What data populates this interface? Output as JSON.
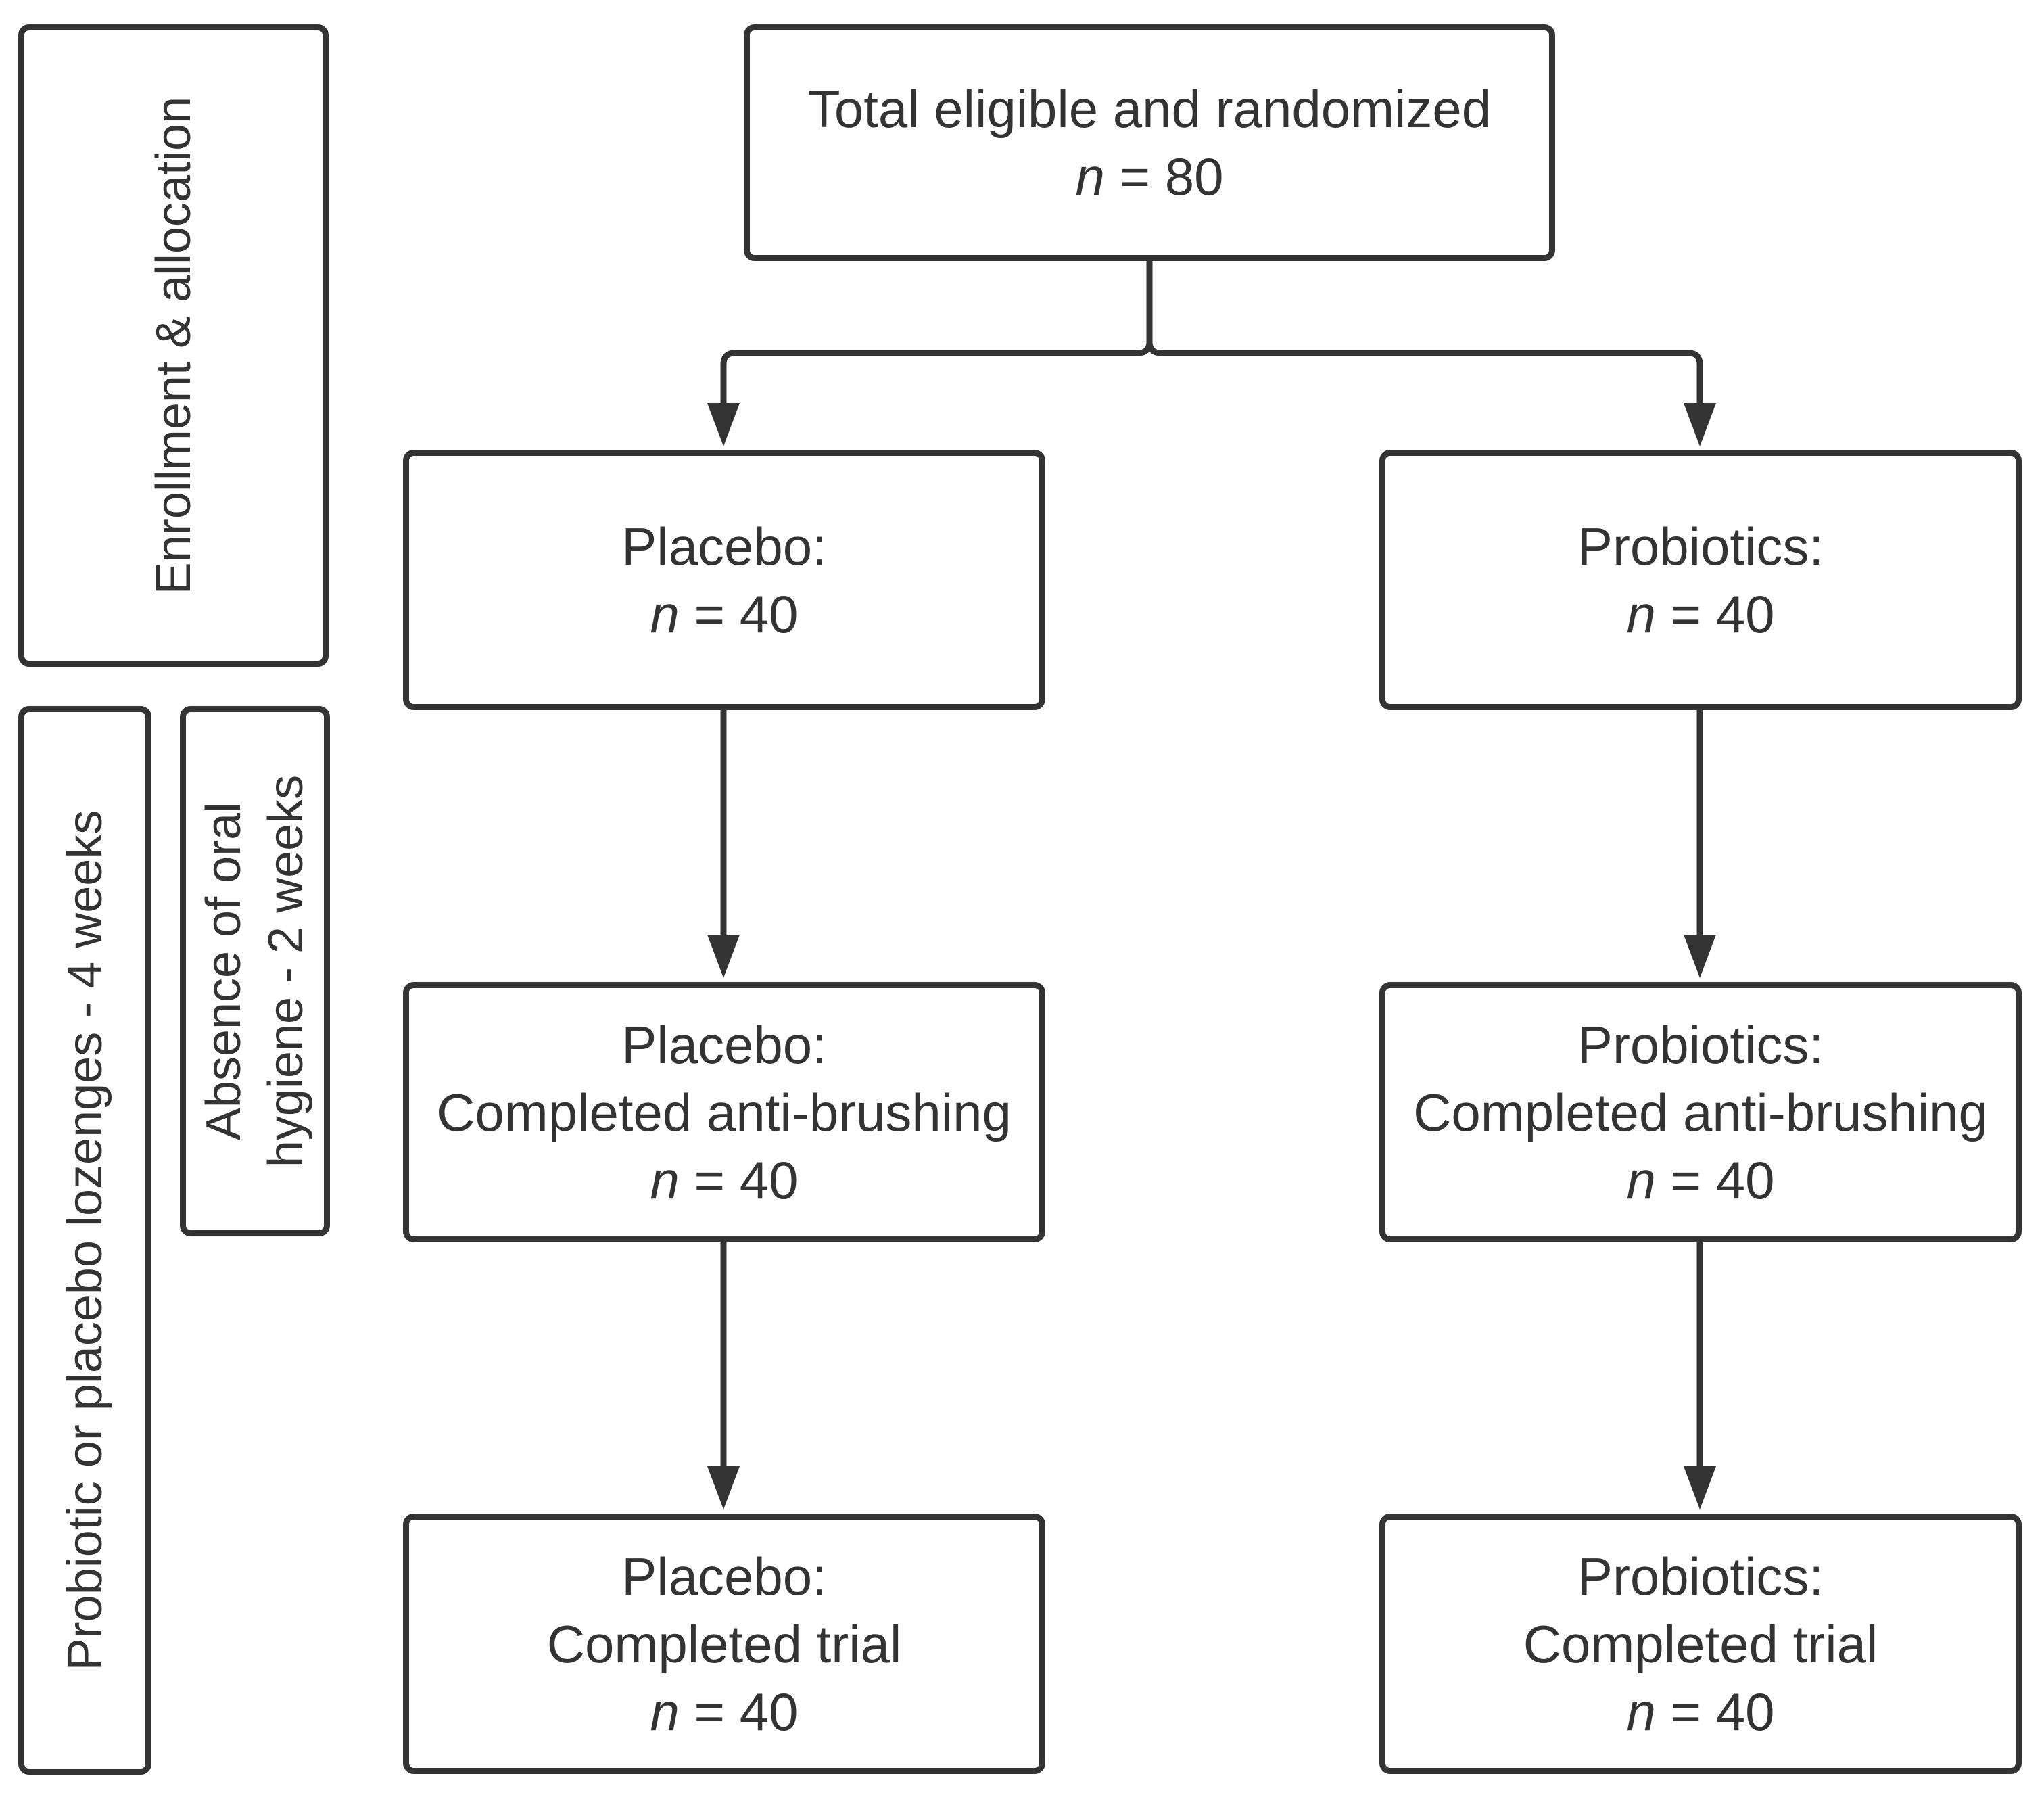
{
  "phases": {
    "enrollment": "Enrollment & allocation",
    "lozenges": "Probiotic or placebo lozenges - 4 weeks",
    "oral_hygiene_line1": "Absence of oral",
    "oral_hygiene_line2": "hygiene - 2 weeks"
  },
  "top": {
    "title": "Total eligible and randomized",
    "n_var": "n",
    "n_value": " = 80"
  },
  "placebo": {
    "allocated": {
      "label": "Placebo:",
      "n_var": "n",
      "n_value": " = 40"
    },
    "anti_brushing": {
      "label": "Placebo:",
      "status": "Completed anti-brushing",
      "n_var": "n",
      "n_value": " = 40"
    },
    "completed": {
      "label": "Placebo:",
      "status": "Completed trial",
      "n_var": "n",
      "n_value": " = 40"
    }
  },
  "probiotics": {
    "allocated": {
      "label": "Probiotics:",
      "n_var": "n",
      "n_value": " = 40"
    },
    "anti_brushing": {
      "label": "Probiotics:",
      "status": "Completed anti-brushing",
      "n_var": "n",
      "n_value": " = 40"
    },
    "completed": {
      "label": "Probiotics:",
      "status": "Completed trial",
      "n_var": "n",
      "n_value": " = 40"
    }
  },
  "colors": {
    "stroke": "#333333",
    "background": "#ffffff"
  }
}
